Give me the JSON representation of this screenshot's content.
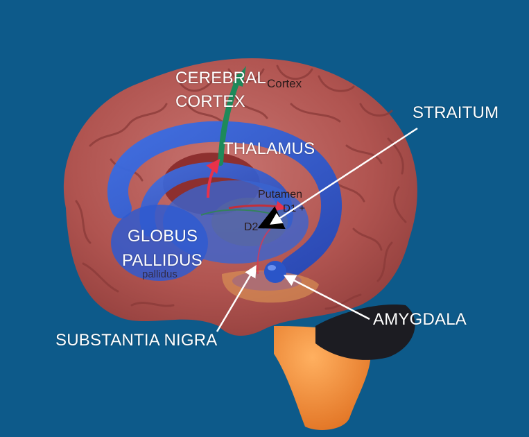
{
  "labels": {
    "cerebral_cortex_line1": "CEREBRAL",
    "cerebral_cortex_line2": "CORTEX",
    "straitum": "STRAITUM",
    "thalamus": "THALAMUS",
    "globus_pallidus_line1": "GLOBUS",
    "globus_pallidus_line2": "PALLIDUS",
    "amygdala": "AMYGDALA",
    "substantia_nigra": "SUBSTANTIA NIGRA"
  },
  "underlying_print": {
    "cortex": "Cortex",
    "putamen": "Putamen",
    "d1": "D1 +",
    "d2": "D2",
    "pallidus": "pallidus"
  },
  "colors": {
    "background": "#0d5a8a",
    "brain": "#b45a55",
    "striatum": "#2f5fd8",
    "thalamus": "#8a2c2c",
    "brainstem": "#f08a2a",
    "cerebellum": "#1b1b1f",
    "label": "#ffffff"
  }
}
